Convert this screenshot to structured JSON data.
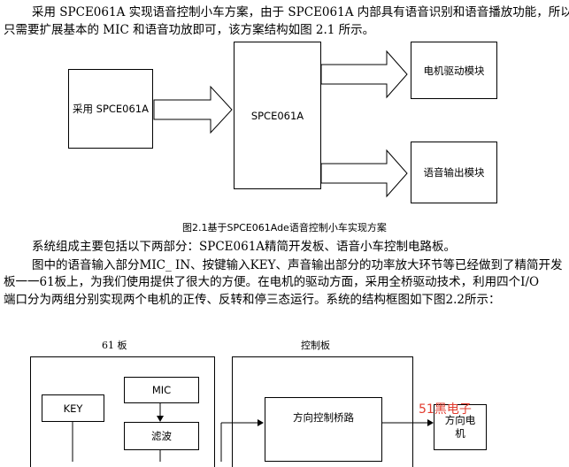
{
  "text": {
    "para1_line1": "采用 SPCE061A 实现语音控制小车方案，由于 SPCE061A 内部具有语音识别和语音播放功能，所以",
    "para1_line2": "只需要扩展基本的 MIC 和语音功放即可，该方案结构如图 2.1 所示。",
    "para2_line1": "系统组成主要包括以下两部分：SPCE061A精简开发板、语音小车控制电路板。",
    "para3_line1": "图中的语音输入部分MIC_ IN、按键输入KEY、声音输出部分的功率放大环节等已经做到了精简开发",
    "para3_line2": "板一一61板上，为我们使用提供了很大的方便。在电机的驱动方面，采用全桥驱动技术，利用四个I/O",
    "para3_line3": "端口分为两组分别实现两个电机的正传、反转和停三态运行。系统的结构框图如下图2.2所示："
  },
  "figure1": {
    "box_left": "采用 SPCE061A",
    "box_center": "SPCE061A",
    "box_motor": "电机驱动模块",
    "box_audio": "语音输出模块",
    "caption": "图2.1基于SPCE061Ade语音控制小车实现方案"
  },
  "figure2": {
    "label_61": "61 板",
    "label_control": "控制板",
    "box_mic": "MIC",
    "box_key": "KEY",
    "box_filter": "滤波",
    "box_bridge": "方向控制桥路",
    "box_motor_line1": "方向电",
    "box_motor_line2": "机"
  },
  "watermark": "51黑电子"
}
